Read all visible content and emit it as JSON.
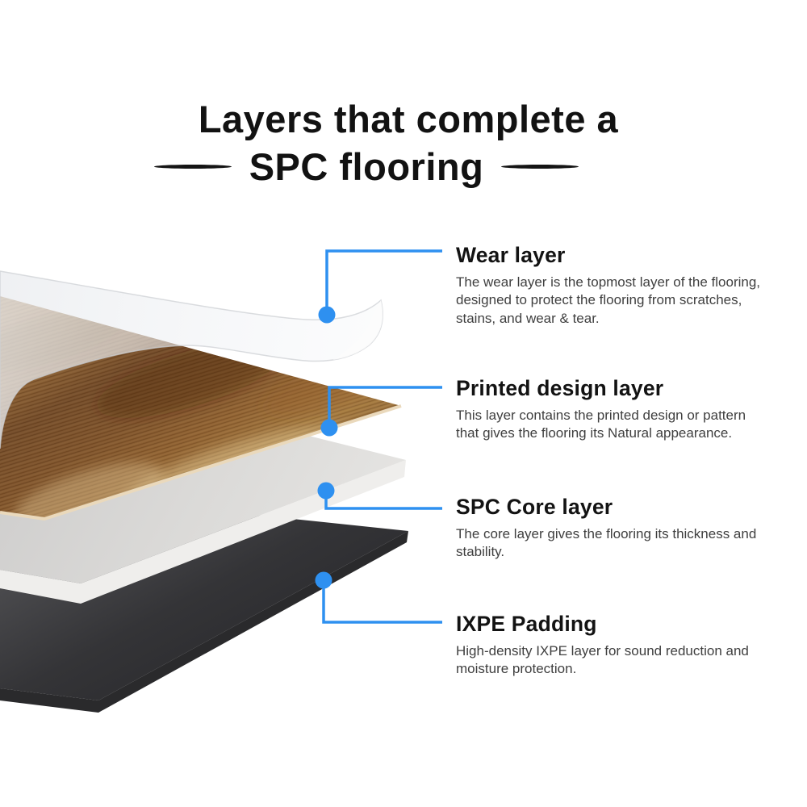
{
  "title": {
    "line1": "Layers that complete a",
    "line2": "SPC flooring"
  },
  "accent_color": "#2e90f0",
  "layers": [
    {
      "heading": "Wear layer",
      "description": "The wear layer is the topmost layer of the flooring, designed to protect the flooring from scratches, stains, and wear & tear."
    },
    {
      "heading": "Printed design layer",
      "description": "This layer contains the printed design or pattern that gives the flooring its Natural appearance."
    },
    {
      "heading": "SPC Core layer",
      "description": "The core layer gives the flooring its thickness and stability."
    },
    {
      "heading": "IXPE Padding",
      "description": "High-density IXPE layer for sound reduction and moisture protection."
    }
  ],
  "illustration": {
    "wear_tint": "rgba(236,238,241,0.66)",
    "wood_dark": "#6f4522",
    "wood_light": "#a67a3e",
    "wood_edge": "#ead9bc",
    "spc_top": "#dbdad8",
    "spc_side": "#efeeec",
    "ixpe_top": "#39393b",
    "ixpe_side": "#2a2a2c"
  }
}
